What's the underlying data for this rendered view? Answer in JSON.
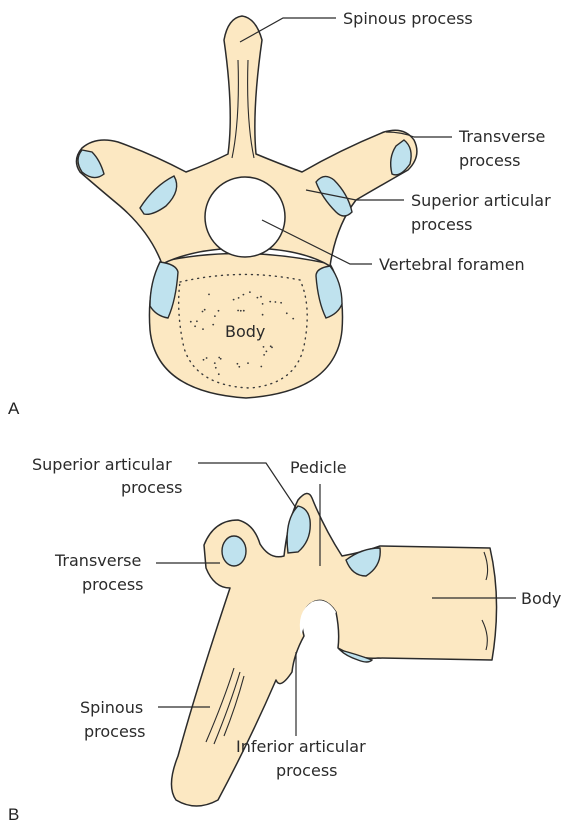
{
  "colors": {
    "bone": "#fce8c2",
    "cartilage": "#bfe2ee",
    "outline": "#2b2b2b"
  },
  "panel_a": {
    "letter": "A",
    "spinous_process": "Spinous process",
    "transverse_process_line1": "Transverse",
    "transverse_process_line2": "process",
    "superior_articular_line1": "Superior articular",
    "superior_articular_line2": "process",
    "vertebral_foramen": "Vertebral foramen",
    "body": "Body"
  },
  "panel_b": {
    "letter": "B",
    "superior_articular_line1": "Superior articular",
    "superior_articular_line2": "process",
    "pedicle": "Pedicle",
    "transverse_process_line1": "Transverse",
    "transverse_process_line2": "process",
    "body": "Body",
    "spinous_process_line1": "Spinous",
    "spinous_process_line2": "process",
    "inferior_articular_line1": "Inferior articular",
    "inferior_articular_line2": "process"
  }
}
